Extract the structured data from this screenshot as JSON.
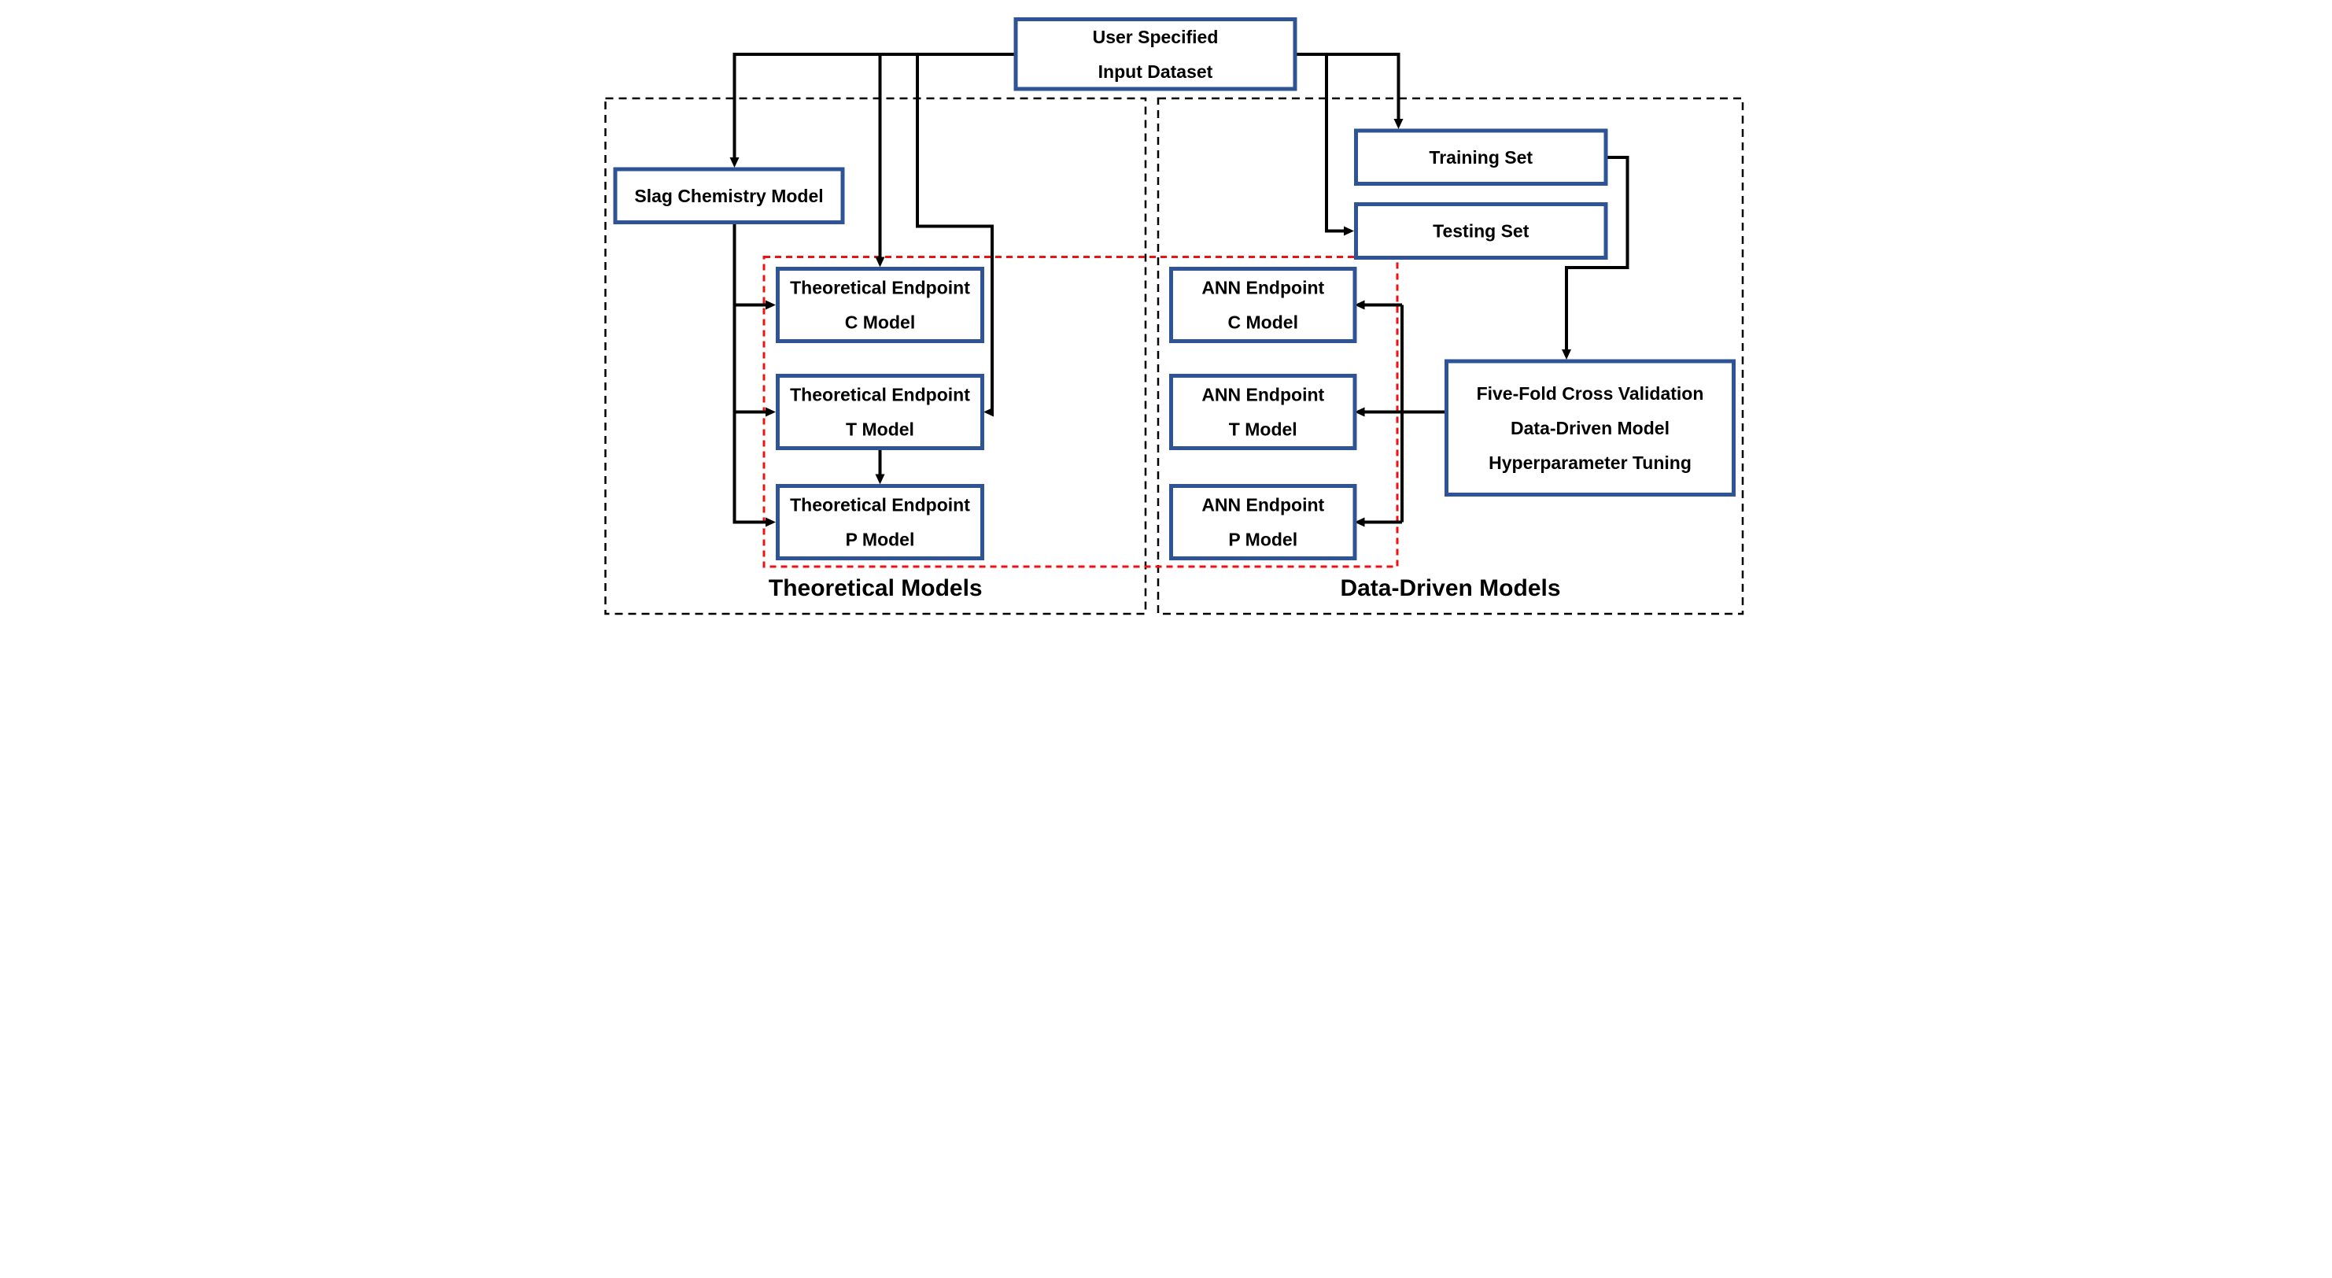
{
  "colors": {
    "box_border": "#2F5496",
    "box_fill": "#FFFFFF",
    "connector": "#000000",
    "region_border": "#000000",
    "highlight_border": "#EE1111",
    "background": "#FFFFFF",
    "text": "#000000"
  },
  "boxes": {
    "user_dataset": {
      "line1": "User Specified",
      "line2": "Input Dataset"
    },
    "slag": {
      "label": "Slag Chemistry Model"
    },
    "theo_c": {
      "line1": "Theoretical Endpoint",
      "line2": "C Model"
    },
    "theo_t": {
      "line1": "Theoretical Endpoint",
      "line2": "T Model"
    },
    "theo_p": {
      "line1": "Theoretical Endpoint",
      "line2": "P Model"
    },
    "ann_c": {
      "line1": "ANN Endpoint",
      "line2": "C Model"
    },
    "ann_t": {
      "line1": "ANN Endpoint",
      "line2": "T Model"
    },
    "ann_p": {
      "line1": "ANN Endpoint",
      "line2": "P Model"
    },
    "training": {
      "label": "Training Set"
    },
    "testing": {
      "label": "Testing Set"
    },
    "five_fold": {
      "line1": "Five-Fold Cross Validation",
      "line2": "Data-Driven Model",
      "line3": "Hyperparameter Tuning"
    }
  },
  "regions": {
    "theoretical": {
      "label": "Theoretical Models"
    },
    "data_driven": {
      "label": "Data-Driven Models"
    }
  }
}
